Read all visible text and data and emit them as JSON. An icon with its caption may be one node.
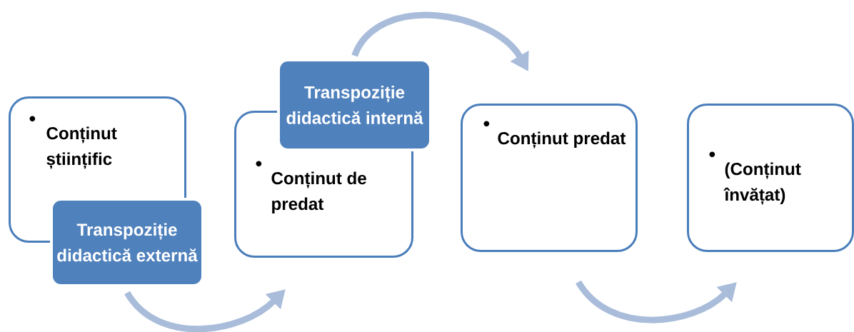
{
  "diagram": {
    "nodes": [
      {
        "text": [
          "Conținut științific"
        ]
      },
      {
        "text": [
          "Transpoziție didactică externă"
        ]
      },
      {
        "text": [
          "Conținut de predat"
        ]
      },
      {
        "text": [
          "Transpoziție didactică internă"
        ]
      },
      {
        "text": [
          "Conținut predat"
        ]
      },
      {
        "text": [
          "(Conținut învățat)"
        ]
      }
    ],
    "edges": [
      {
        "from": 1,
        "to": 2,
        "arrow": "to"
      },
      {
        "from": 3,
        "to": 4,
        "arrow": "to"
      },
      {
        "from": 4,
        "to": 5,
        "arrow": "to"
      }
    ]
  }
}
